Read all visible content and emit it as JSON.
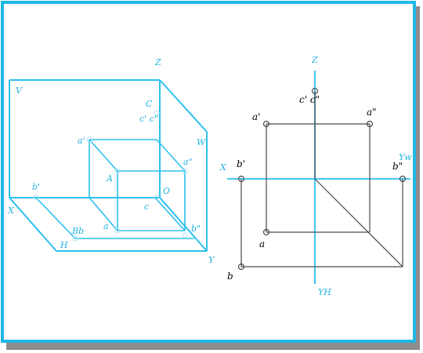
{
  "colors": {
    "frame": "#1fb8e6",
    "frame_shadow": "#8d8d8d",
    "drawing_line": "#2cc0ee",
    "black_line": "#4a4a4a",
    "point_marker": "#b9e6f5",
    "label_cyan": "#22b3e0",
    "label_black": "#000000"
  },
  "left_figure": {
    "plane_v": "V",
    "plane_w": "W",
    "plane_h": "H",
    "axis_x": "X",
    "axis_y": "Y",
    "axis_z": "Z",
    "origin": "O",
    "point_upper_a": "A",
    "point_upper_c": "C",
    "point_upper_b": "Bb",
    "label_c_prime_pair": "c' c\"",
    "label_a_prime": "a'",
    "label_a_double": "a\"",
    "label_b_prime": "b'",
    "label_b_double": "b\"",
    "label_a": "a",
    "label_c": "c"
  },
  "right_figure": {
    "axis_x": "X",
    "axis_z": "Z",
    "axis_yw": "Yw",
    "axis_yh": "YH",
    "label_c_pair": "c' c\"",
    "label_a_prime": "a'",
    "label_a_double": "a\"",
    "label_b_prime": "b'",
    "label_b_double": "b\"",
    "label_a": "a",
    "label_b": "b"
  }
}
